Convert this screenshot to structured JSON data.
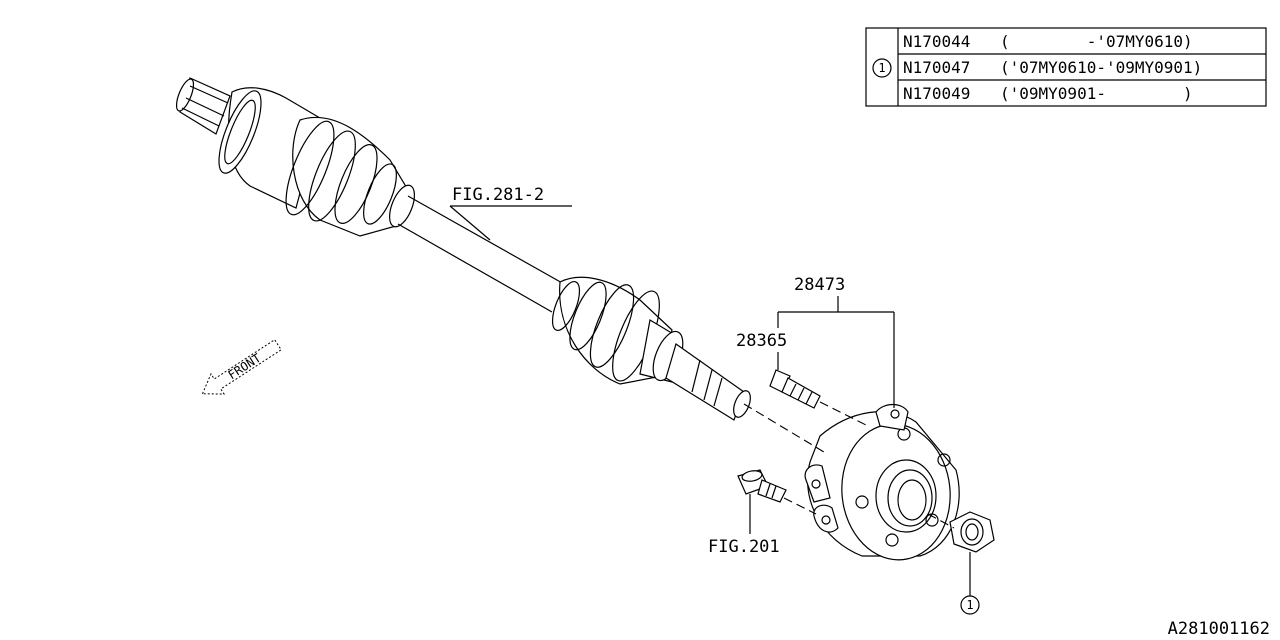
{
  "callouts": {
    "fig_shaft": "FIG.281-2",
    "hub_assy": "28473",
    "hub_bolt": "28365",
    "fig_bolt": "FIG.201",
    "nut_ref": "1"
  },
  "front_arrow": {
    "label": "FRONT"
  },
  "parts_table": {
    "ref_number": "1",
    "rows": [
      {
        "part": "N170044",
        "range": "(        -'07MY0610)"
      },
      {
        "part": "N170047",
        "range": "('07MY0610-'09MY0901)"
      },
      {
        "part": "N170049",
        "range": "('09MY0901-        )"
      }
    ]
  },
  "diagram_id": "A281001162"
}
